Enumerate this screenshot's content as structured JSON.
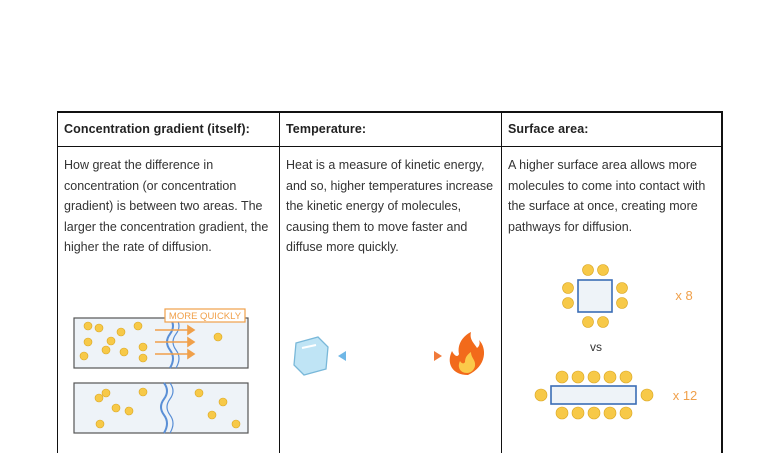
{
  "columns": [
    {
      "header": "Concentration gradient (itself):",
      "text": "How great the difference in concentration (or concentration gradient) is between two areas. The larger the concentration gradient, the higher the rate of diffusion.",
      "diagram_label": "MORE QUICKLY"
    },
    {
      "header": "Temperature:",
      "text": "Heat is a measure of kinetic energy, and so, higher temperatures increase the kinetic energy of molecules, causing them to move faster and diffuse more quickly."
    },
    {
      "header": "Surface area:",
      "text": "A higher surface area allows more molecules to come into contact with the surface at once, creating more pathways for diffusion.",
      "label_small": "x 8",
      "label_vs": "vs",
      "label_large": "x 12"
    }
  ],
  "colors": {
    "molecule": "#f7c948",
    "arrow": "#f0a04a",
    "box_blue": "#3b6db5",
    "label_orange": "#f0a04a",
    "ice": "#bfe4f5",
    "flame": "#f26a1b"
  }
}
